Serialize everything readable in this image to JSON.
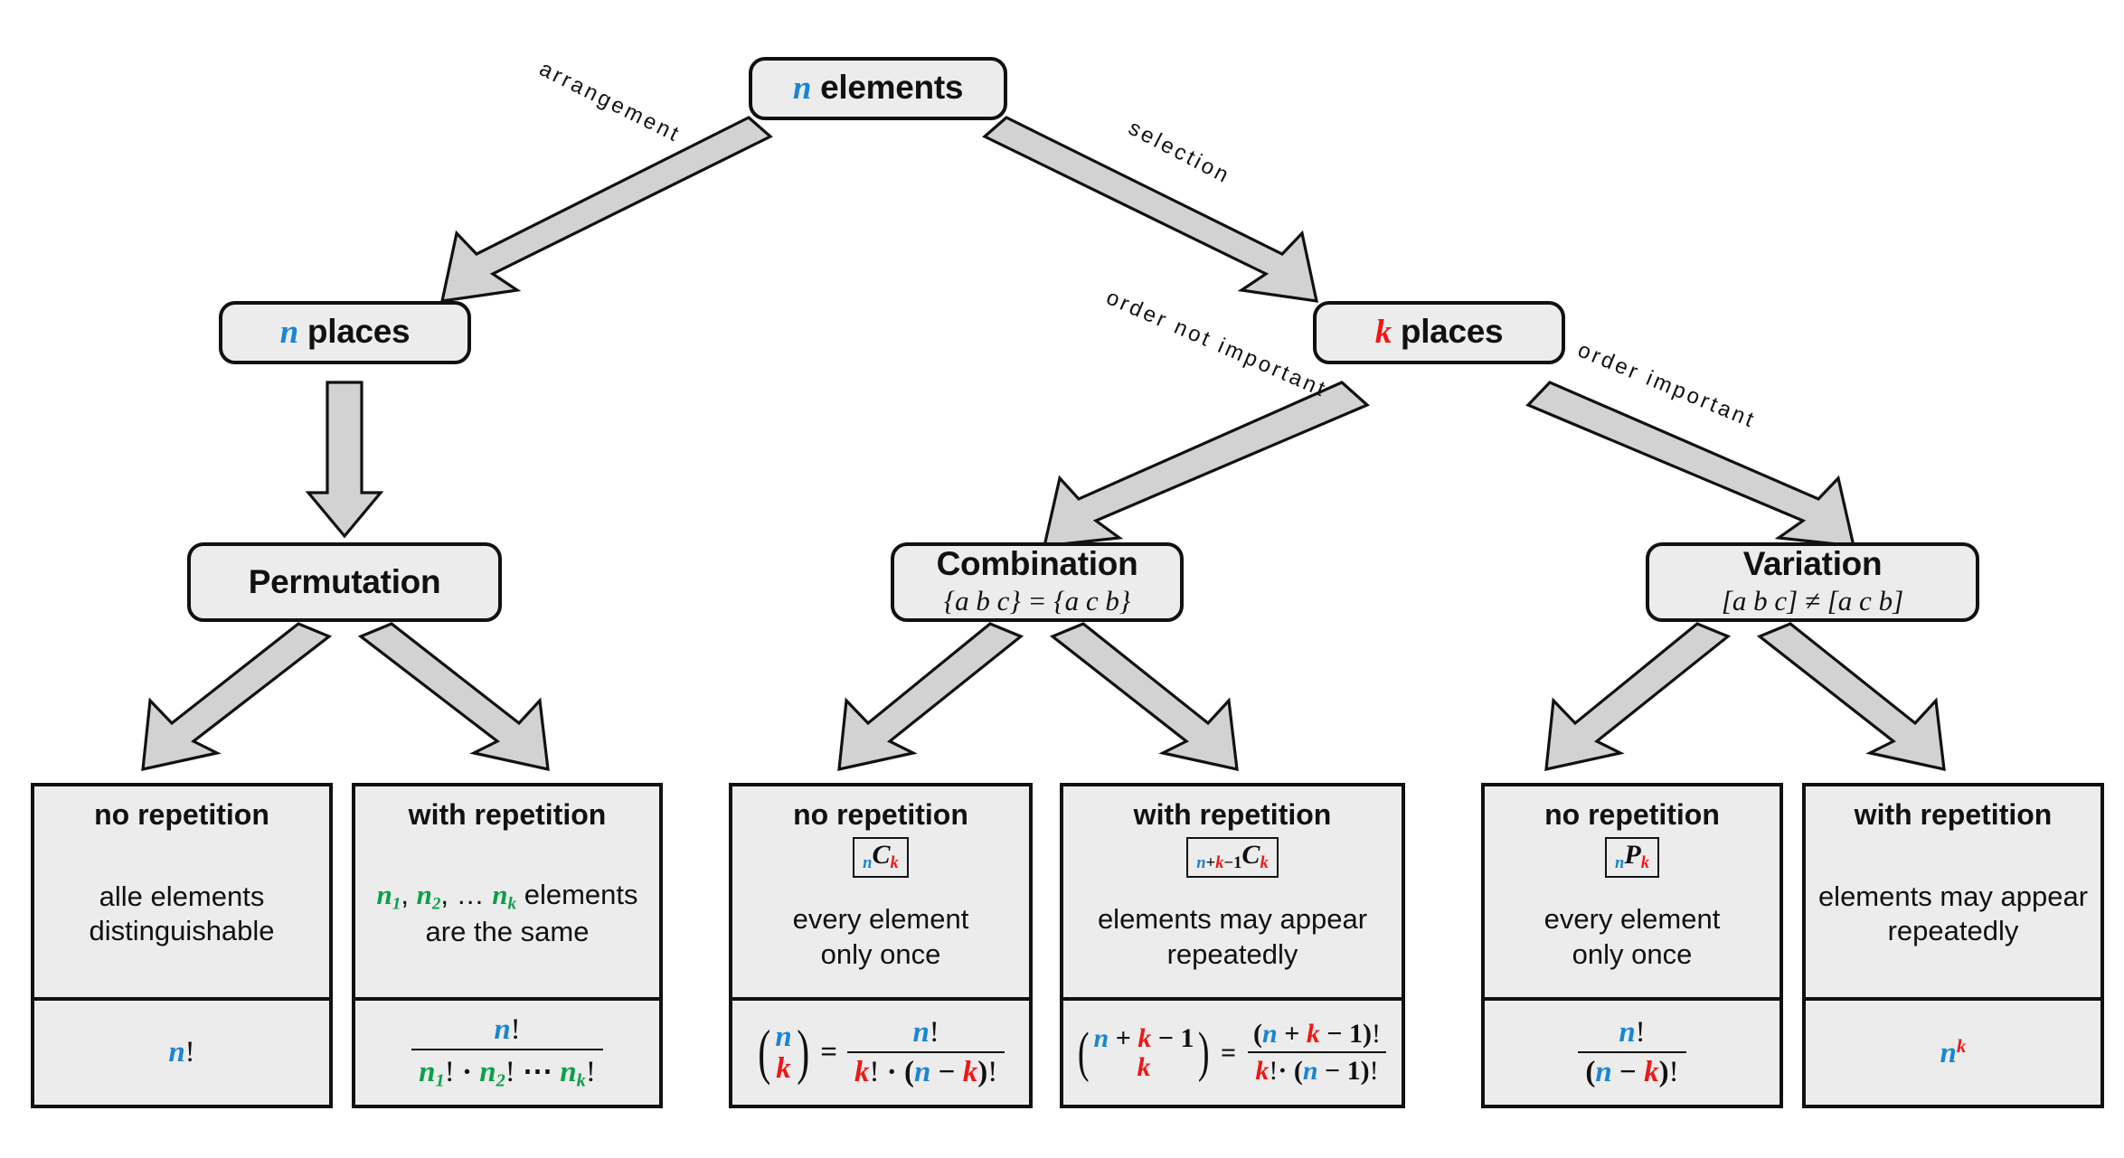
{
  "diagram": {
    "title": "Combinatorics decision tree",
    "colors": {
      "n_blue": "#1a86d2",
      "k_red": "#ef1717",
      "green": "#0aa04a",
      "node_fill": "#ececec",
      "arrow_fill": "#d2d2d2",
      "outline": "#111111"
    }
  },
  "nodes": {
    "root": {
      "var": "n",
      "label": "elements"
    },
    "n_places": {
      "var": "n",
      "label": "places"
    },
    "k_places": {
      "var": "k",
      "label": "places"
    },
    "permutation": {
      "title": "Permutation",
      "sub": ""
    },
    "combination": {
      "title": "Combination",
      "sub": "{a b c} = {a c b}"
    },
    "variation": {
      "title": "Variation",
      "sub": "[a b c] ≠ [a c b]"
    }
  },
  "edges": {
    "arrangement": "arrangement",
    "selection": "selection",
    "order_not_important": "order not important",
    "order_important": "order important"
  },
  "leaves": [
    {
      "id": "permutation-no-repetition",
      "head": "no repetition",
      "tag": "",
      "desc_line1": "alle elements",
      "desc_line2": "distinguishable",
      "formula_text": "n!"
    },
    {
      "id": "permutation-with-repetition",
      "head": "with repetition",
      "tag": "",
      "desc_line1": "n₁, n₂, … nₖ elements",
      "desc_line2": "are the same",
      "formula_text": "n! / (n₁! · n₂! ⋯ nₖ!)"
    },
    {
      "id": "combination-no-repetition",
      "head": "no repetition",
      "tag": "nCk",
      "desc_line1": "every element",
      "desc_line2": "only once",
      "formula_text": "(n choose k) = n! / (k! · (n − k)!)"
    },
    {
      "id": "combination-with-repetition",
      "head": "with repetition",
      "tag": "n+k−1Ck",
      "desc_line1": "elements may appear",
      "desc_line2": "repeatedly",
      "formula_text": "(n+k−1 choose k) = (n + k − 1)! / (k! · (n − 1)!)"
    },
    {
      "id": "variation-no-repetition",
      "head": "no repetition",
      "tag": "nPk",
      "desc_line1": "every element",
      "desc_line2": "only once",
      "formula_text": "n! / (n − k)!"
    },
    {
      "id": "variation-with-repetition",
      "head": "with repetition",
      "tag": "",
      "desc_line1": "elements may appear",
      "desc_line2": "repeatedly",
      "formula_text": "n^k"
    }
  ]
}
